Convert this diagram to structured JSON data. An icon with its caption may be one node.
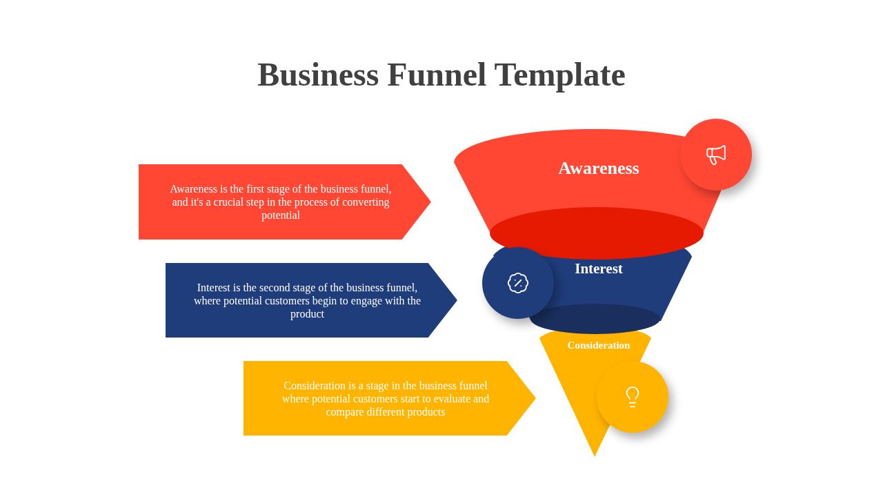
{
  "diagram": {
    "title": "Business Funnel Template",
    "nodes": [
      {
        "text": [
          "Awareness is the first stage of the business funnel, and it's a crucial step in the process of converting potential"
        ]
      },
      {
        "text": [
          "Awareness"
        ]
      },
      {
        "text": [
          "Interest is the second stage of the business funnel, where potential customers begin to engage with the product"
        ]
      },
      {
        "text": [
          "Interest"
        ]
      },
      {
        "text": [
          "Consideration is a stage in the business funnel where potential customers start to evaluate and compare different products"
        ]
      },
      {
        "text": [
          "Consideration"
        ]
      }
    ]
  }
}
